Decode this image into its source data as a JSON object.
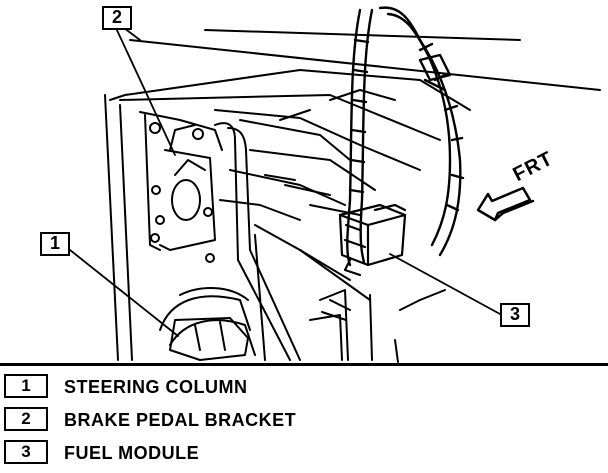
{
  "diagram": {
    "direction_label": "FRT",
    "callouts": [
      {
        "number": "1",
        "label": "STEERING COLUMN"
      },
      {
        "number": "2",
        "label": "BRAKE PEDAL BRACKET"
      },
      {
        "number": "3",
        "label": "FUEL MODULE"
      }
    ]
  }
}
